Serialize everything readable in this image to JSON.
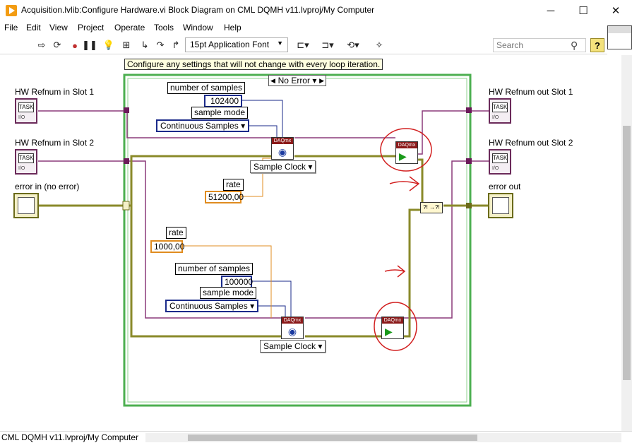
{
  "window": {
    "title": "Acquisition.lvlib:Configure Hardware.vi Block Diagram on CML DQMH v11.lvproj/My Computer",
    "minimize": "─",
    "maximize": "☐",
    "close": "✕"
  },
  "menu": [
    "File",
    "Edit",
    "View",
    "Project",
    "Operate",
    "Tools",
    "Window",
    "Help"
  ],
  "toolbar": {
    "font": "15pt Application Font",
    "search_placeholder": "Search",
    "help_label": "?"
  },
  "diagram": {
    "comment": "Configure any settings that will not change with every loop iteration.",
    "case_label": "No Error",
    "hw_in_1": "HW Refnum in Slot 1",
    "hw_in_2": "HW Refnum in Slot 2",
    "error_in": "error in (no error)",
    "hw_out_1": "HW Refnum out Slot 1",
    "hw_out_2": "HW Refnum out Slot 2",
    "error_out": "error out",
    "task_text": "TASK",
    "io_text": "I/O",
    "daq_text": "DAQmx",
    "merge_text": "?! →?!",
    "top": {
      "samples_label": "number of samples",
      "samples_value": "102400",
      "mode_label": "sample mode",
      "mode_value": "Continuous Samples",
      "timing": "Sample Clock",
      "rate_label": "rate",
      "rate_value": "51200,00"
    },
    "bottom": {
      "rate_label": "rate",
      "rate_value": "1000,00",
      "samples_label": "number of samples",
      "samples_value": "100000",
      "mode_label": "sample mode",
      "mode_value": "Continuous Samples",
      "timing": "Sample Clock"
    },
    "colors": {
      "task_wire": "#8b3a7a",
      "error_wire": "#8a8a2a",
      "int_wire": "#1a2a8a",
      "dbl_wire": "#e08c20",
      "case_border": "#4caf50",
      "annotation": "#d22020"
    }
  },
  "status": "CML DQMH v11.lvproj/My Computer"
}
